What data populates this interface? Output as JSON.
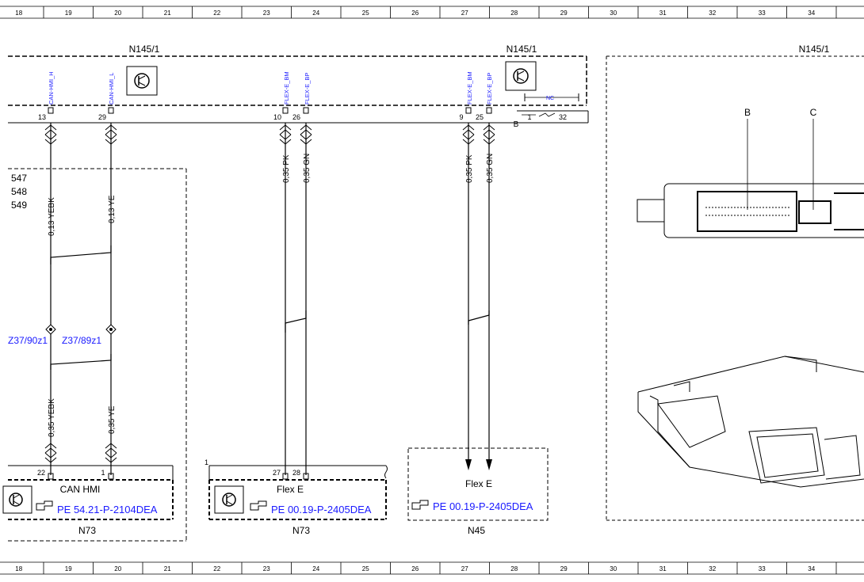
{
  "grid": [
    "18",
    "19",
    "20",
    "21",
    "22",
    "23",
    "24",
    "25",
    "26",
    "27",
    "28",
    "29",
    "30",
    "31",
    "32",
    "33",
    "34"
  ],
  "labels": {
    "n145_left": "N145/1",
    "n145_mid": "N145/1",
    "n145_right": "N145/1",
    "pin_can_h": "CAN-HMI_H",
    "pin_can_l": "CAN-HMI_L",
    "pin_flex_bm1": "FLEX-E_BM",
    "pin_flex_bp1": "FLEX-E_BP",
    "pin_flex_bm2": "FLEX-E_BM",
    "pin_flex_bp2": "FLEX-E_BP",
    "p13": "13",
    "p29": "29",
    "p10": "10",
    "p26": "26",
    "p9": "9",
    "p25": "25",
    "nc": "NC",
    "p1": "1",
    "p32": "32",
    "b_left": "B",
    "ref547": "547",
    "ref548": "548",
    "ref549": "549",
    "w_can_h_top": "0,13 YEBK",
    "w_can_l_top": "0,13 YE",
    "w_can_h_bot": "0,35 YEBK",
    "w_can_l_bot": "0,35 YE",
    "w_pk1": "0,35 PK",
    "w_gn1": "0,35 GN",
    "w_pk2": "0,35 PK",
    "w_gn2": "0,35 GN",
    "z90": "Z37/90z1",
    "z89": "Z37/89z1",
    "p22": "22",
    "p1b": "1",
    "p27": "27",
    "p28": "28",
    "one": "1",
    "can_hmi": "CAN HMI",
    "flex_e_1": "Flex E",
    "flex_e_2": "Flex E",
    "ref_pe1": "PE 54.21-P-2104DEA",
    "ref_pe2": "PE 00.19-P-2405DEA",
    "ref_pe3": "PE 00.19-P-2405DEA",
    "n73a": "N73",
    "n73b": "N73",
    "n45": "N45",
    "conn_b": "B",
    "conn_c": "C"
  }
}
